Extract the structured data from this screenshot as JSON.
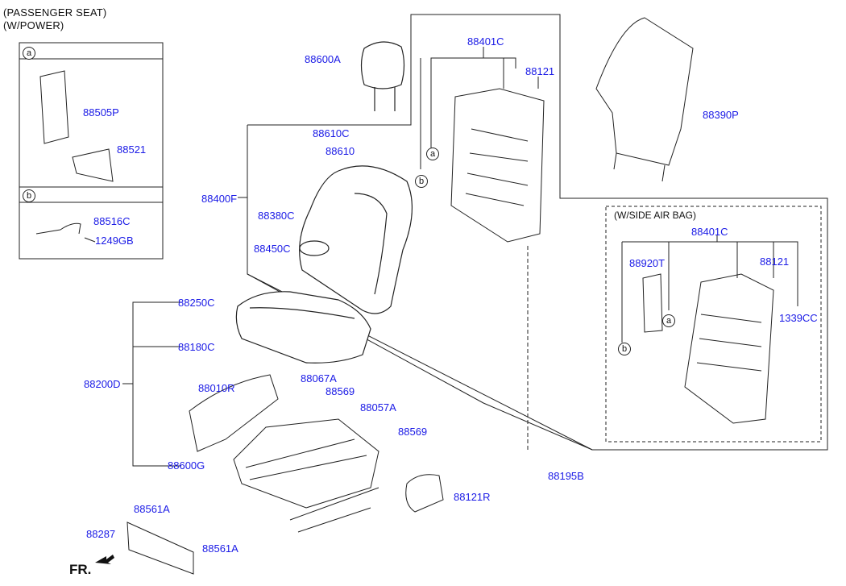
{
  "header": {
    "line1": "(PASSENGER SEAT)",
    "line2": "(W/POWER)"
  },
  "sections": {
    "a_letter": "a",
    "b_letter": "b",
    "side_airbag_title": "(W/SIDE AIR BAG)"
  },
  "markers": {
    "a": "a",
    "b": "b"
  },
  "fr_label": "FR.",
  "parts": {
    "p88600A": "88600A",
    "p88401C_top": "88401C",
    "p88121_top": "88121",
    "p88390P": "88390P",
    "p88505P": "88505P",
    "p88521": "88521",
    "p88610C": "88610C",
    "p88610": "88610",
    "p88400F": "88400F",
    "p88380C": "88380C",
    "p88450C": "88450C",
    "p88516C": "88516C",
    "p1249GB": "1249GB",
    "p88250C": "88250C",
    "p88180C": "88180C",
    "p88200D": "88200D",
    "p88010R": "88010R",
    "p88067A": "88067A",
    "p88569_a": "88569",
    "p88057A": "88057A",
    "p88569_b": "88569",
    "p88600G": "88600G",
    "p88561A_a": "88561A",
    "p88121R": "88121R",
    "p88287": "88287",
    "p88561A_b": "88561A",
    "p88195B": "88195B",
    "p88401C_side": "88401C",
    "p88920T": "88920T",
    "p88121_side": "88121",
    "p1339CC": "1339CC"
  }
}
